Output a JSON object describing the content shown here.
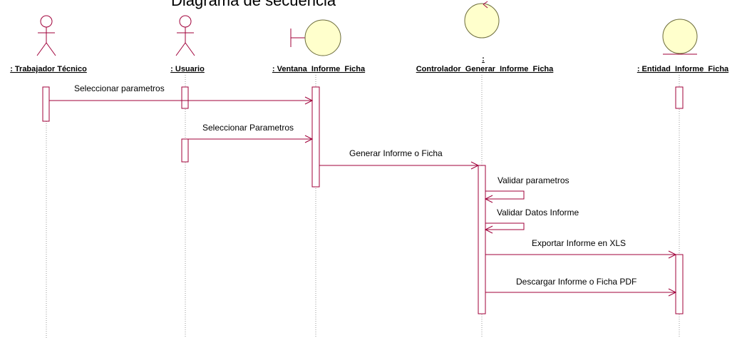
{
  "title": "Diagrama de secuencia",
  "participants": [
    {
      "name": ": Trabajador Técnico",
      "kind": "actor"
    },
    {
      "name": ": Usuario",
      "kind": "actor"
    },
    {
      "name": ": Ventana_Informe_Ficha",
      "kind": "boundary"
    },
    {
      "name_prefix": ":",
      "name": "Controlador_Generar_Informe_Ficha",
      "kind": "control"
    },
    {
      "name": ": Entidad_Informe_Ficha",
      "kind": "entity"
    }
  ],
  "messages": [
    {
      "label": "Seleccionar parametros",
      "from": 0,
      "to": 2
    },
    {
      "label": "Seleccionar Parametros",
      "from": 1,
      "to": 2
    },
    {
      "label": "Generar Informe o Ficha",
      "from": 2,
      "to": 3
    },
    {
      "label": "Validar parametros",
      "from": 3,
      "to": 3
    },
    {
      "label": "Validar Datos Informe",
      "from": 3,
      "to": 3
    },
    {
      "label": "Exportar Informe en XLS",
      "from": 3,
      "to": 4
    },
    {
      "label": "Descargar Informe o Ficha PDF",
      "from": 3,
      "to": 4
    }
  ],
  "colors": {
    "line": "#a0003a",
    "object_fill": "#ffffcc",
    "lifeline": "#9a9a9a"
  }
}
